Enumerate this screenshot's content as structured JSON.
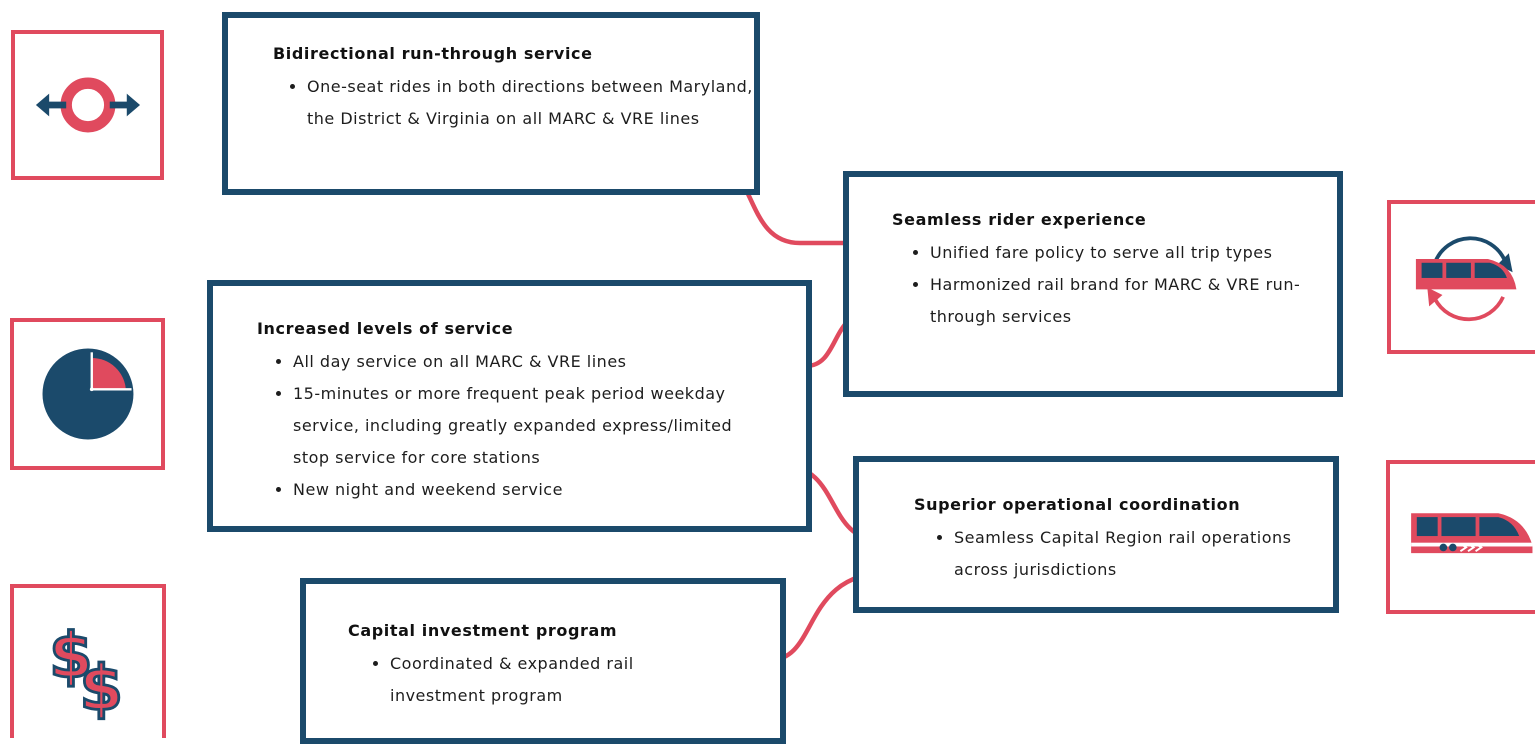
{
  "colors": {
    "navy": "#1b4a6b",
    "red": "#e04a5e"
  },
  "icons": [
    "bidirectional-arrows-icon",
    "clock-icon",
    "dollar-icon",
    "train-cycle-icon",
    "train-speed-icon"
  ],
  "boxes": {
    "bidirectional": {
      "title": "Bidirectional run-through service",
      "bullets": [
        "One-seat rides in both directions between Maryland, the District & Virginia on all MARC & VRE lines"
      ]
    },
    "seamless": {
      "title": "Seamless rider experience",
      "bullets": [
        "Unified fare policy to serve all trip types",
        "Harmonized rail brand for MARC & VRE run-through services"
      ]
    },
    "increased": {
      "title": "Increased levels of service",
      "bullets": [
        "All day service on all MARC & VRE lines",
        "15-minutes or more frequent peak period weekday service, including greatly expanded express/limited stop service for core stations",
        "New night and weekend service"
      ]
    },
    "superior": {
      "title": "Superior operational coordination",
      "bullets": [
        "Seamless Capital Region rail operations across jurisdictions"
      ]
    },
    "capital": {
      "title": "Capital investment program",
      "bullets": [
        "Coordinated & expanded rail investment program"
      ]
    }
  }
}
